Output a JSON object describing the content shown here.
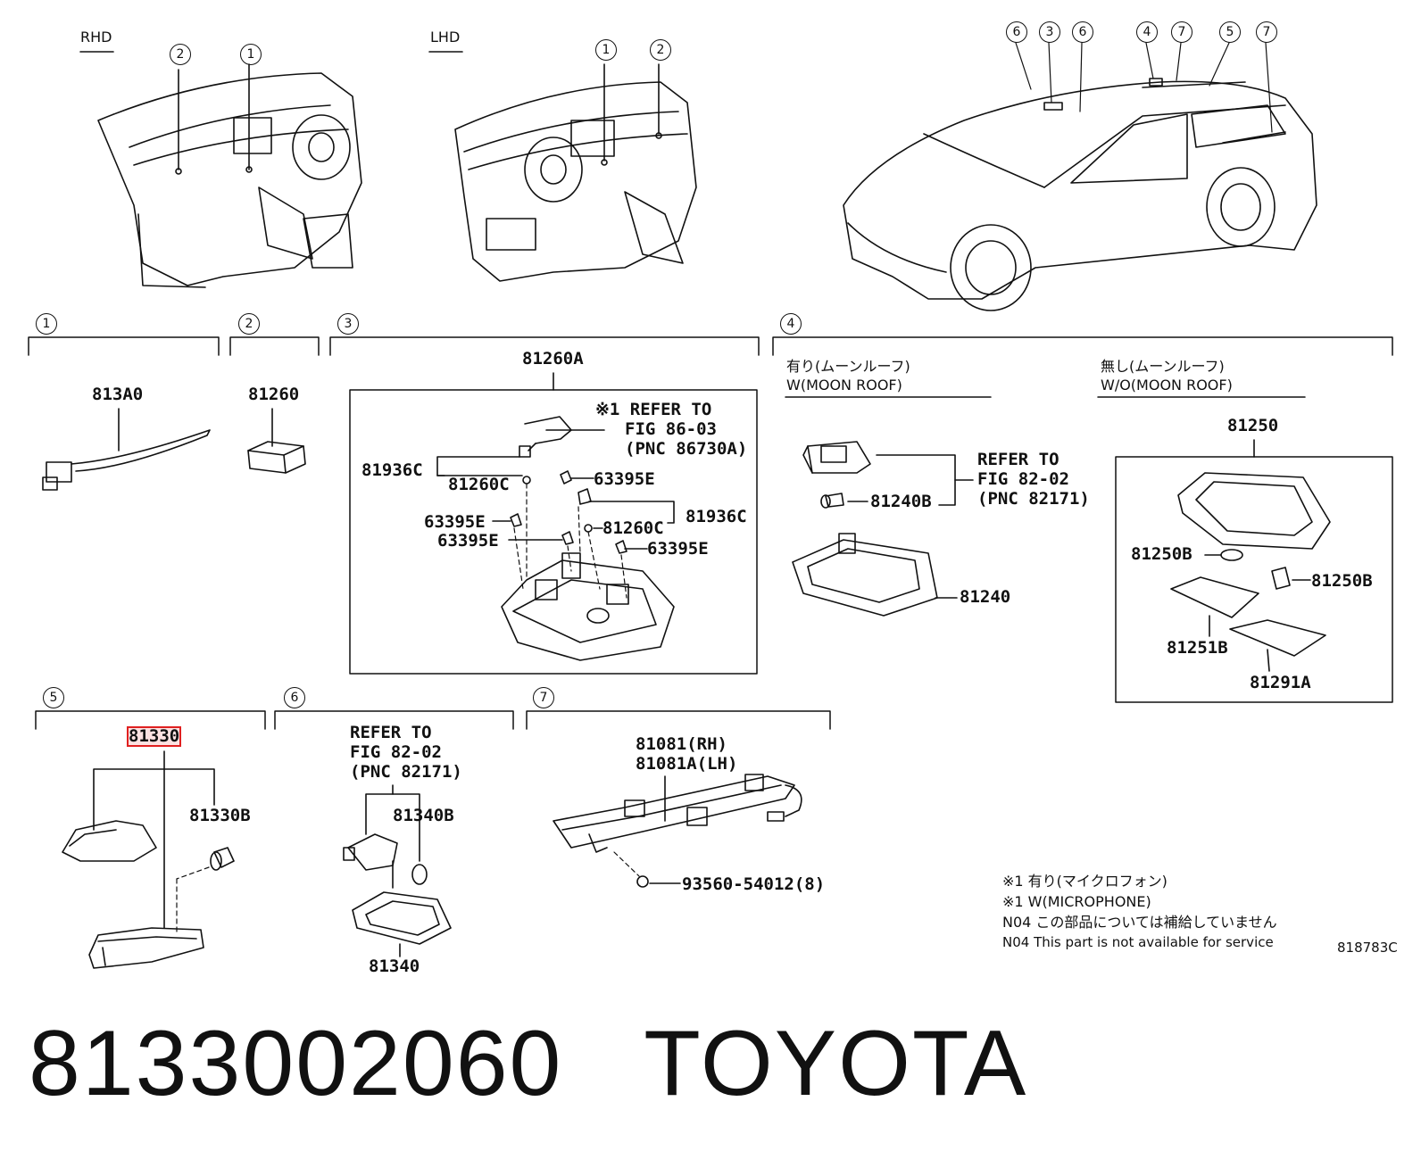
{
  "diagram": {
    "views": {
      "rhd": "RHD",
      "lhd": "LHD"
    },
    "callouts": [
      "1",
      "2",
      "3",
      "4",
      "5",
      "6",
      "7"
    ],
    "section1": {
      "part": "813A0"
    },
    "section2": {
      "part": "81260"
    },
    "section3": {
      "assembly": "81260A",
      "note_l1": "※1 REFER TO",
      "note_l2": "FIG 86-03",
      "note_l3": "(PNC 86730A)",
      "p1": "81936C",
      "p2": "81260C",
      "p3": "63395E",
      "p4": "63395E",
      "p5": "63395E",
      "p6": "81260C",
      "p7": "81936C",
      "p8": "63395E"
    },
    "section4": {
      "with_jp": "有り(ムーンルーフ)",
      "with_en": "W(MOON ROOF)",
      "without_jp": "無し(ムーンルーフ)",
      "without_en": "W/O(MOON ROOF)",
      "ref_l1": "REFER TO",
      "ref_l2": "FIG 82-02",
      "ref_l3": "(PNC 82171)",
      "p_bulb": "81240B",
      "p_lamp": "81240",
      "assembly": "81250",
      "p_b1": "81250B",
      "p_b2": "81250B",
      "p_lens": "81251B",
      "p_cover": "81291A"
    },
    "section5": {
      "highlighted_part": "81330",
      "p_bulb": "81330B"
    },
    "section6": {
      "ref_l1": "REFER TO",
      "ref_l2": "FIG 82-02",
      "ref_l3": "(PNC 82171)",
      "p_bulb": "81340B",
      "p_lamp": "81340"
    },
    "section7": {
      "p_rh": "81081(RH)",
      "p_lh": "81081A(LH)",
      "p_screw": "93560-54012(8)"
    },
    "notes": {
      "n1": "※1 有り(マイクロフォン)",
      "n2": "※1 W(MICROPHONE)",
      "n3": "N04 この部品については補給していません",
      "n4": "N04 This part is not available for service"
    },
    "figure_code": "818783C"
  },
  "caption": {
    "part_number": "8133002060",
    "brand": "TOYOTA"
  },
  "colors": {
    "highlight": "#e02020"
  }
}
